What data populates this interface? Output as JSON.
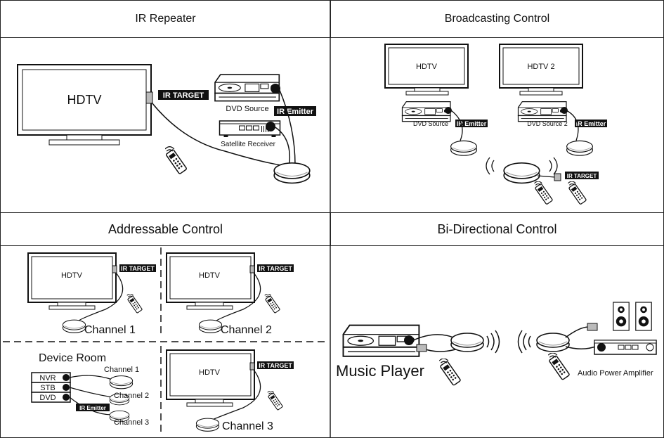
{
  "panels": {
    "ir_repeater": {
      "title": "IR Repeater",
      "tv_label": "HDTV",
      "ir_target": "IR TARGET",
      "dvd_source": "DVD Source",
      "ir_emitter": "IR Emitter",
      "satellite_receiver": "Satellite Receiver"
    },
    "broadcasting": {
      "title": "Broadcasting Control",
      "tv1_label": "HDTV",
      "tv2_label": "HDTV 2",
      "dvd_source": "DVD Source",
      "dvd_source_2": "DVD Source 2",
      "ir_emitter_1": "IR Emitter",
      "ir_emitter_2": "IR Emitter",
      "ir_target": "IR TARGET"
    },
    "addressable": {
      "title": "Addressable Control",
      "tv1_label": "HDTV",
      "tv2_label": "HDTV",
      "tv3_label": "HDTV",
      "ir_target_1": "IR TARGET",
      "ir_target_2": "IR TARGET",
      "ir_target_3": "IR TARGET",
      "channel_1": "Channel 1",
      "channel_2": "Channel 2",
      "channel_3": "Channel 3",
      "device_room": "Device Room",
      "devices": [
        "NVR",
        "STB",
        "DVD"
      ],
      "room_channel_1": "Channel 1",
      "room_channel_2": "Channel 2",
      "room_channel_3": "Channel 3",
      "ir_emitter": "IR Emitter"
    },
    "bidirectional": {
      "title": "Bi-Directional Control",
      "music_player": "Music Player",
      "audio_amplifier": "Audio Power Amplifier"
    }
  }
}
